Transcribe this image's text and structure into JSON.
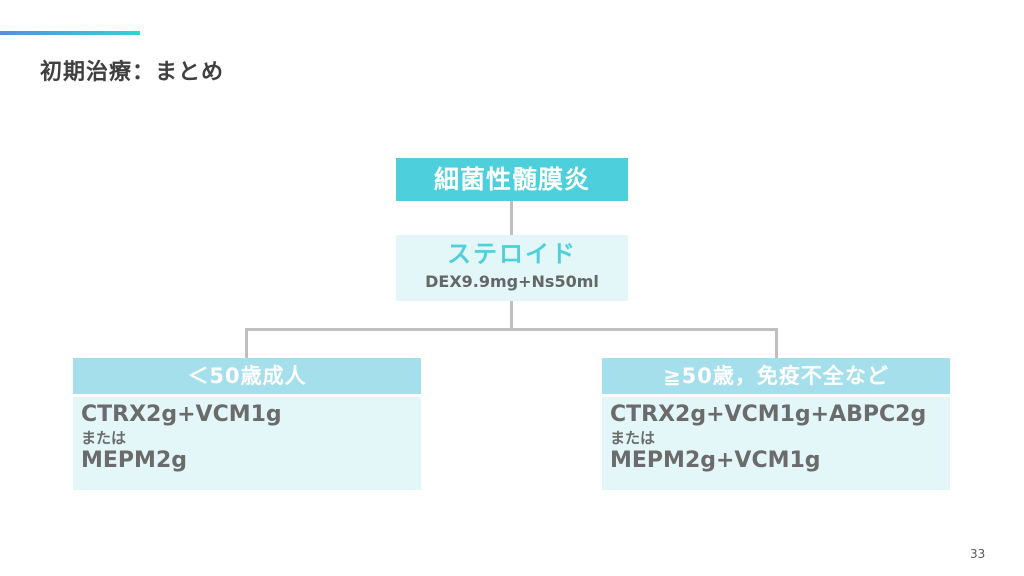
{
  "slide": {
    "title": "初期治療：まとめ",
    "page_number": "33"
  },
  "diagram": {
    "root": {
      "label": "細菌性髄膜炎"
    },
    "steroid": {
      "label": "ステロイド",
      "dose": "DEX9.9mg+Ns50ml"
    },
    "groups": [
      {
        "header": "＜50歳成人",
        "regimen_1": "CTRX2g+VCM1g",
        "or": "または",
        "regimen_2": "MEPM2g"
      },
      {
        "header": "≧50歳，免疫不全など",
        "regimen_1": "CTRX2g+VCM1g+ABPC2g",
        "or": "または",
        "regimen_2": "MEPM2g+VCM1g"
      }
    ]
  },
  "colors": {
    "root_fill": "#4ecfdc",
    "group_header_fill": "#a6dfec",
    "body_fill": "#e3f7f9",
    "connector": "#bfbfbf",
    "text_gray": "#6b6b6b"
  }
}
